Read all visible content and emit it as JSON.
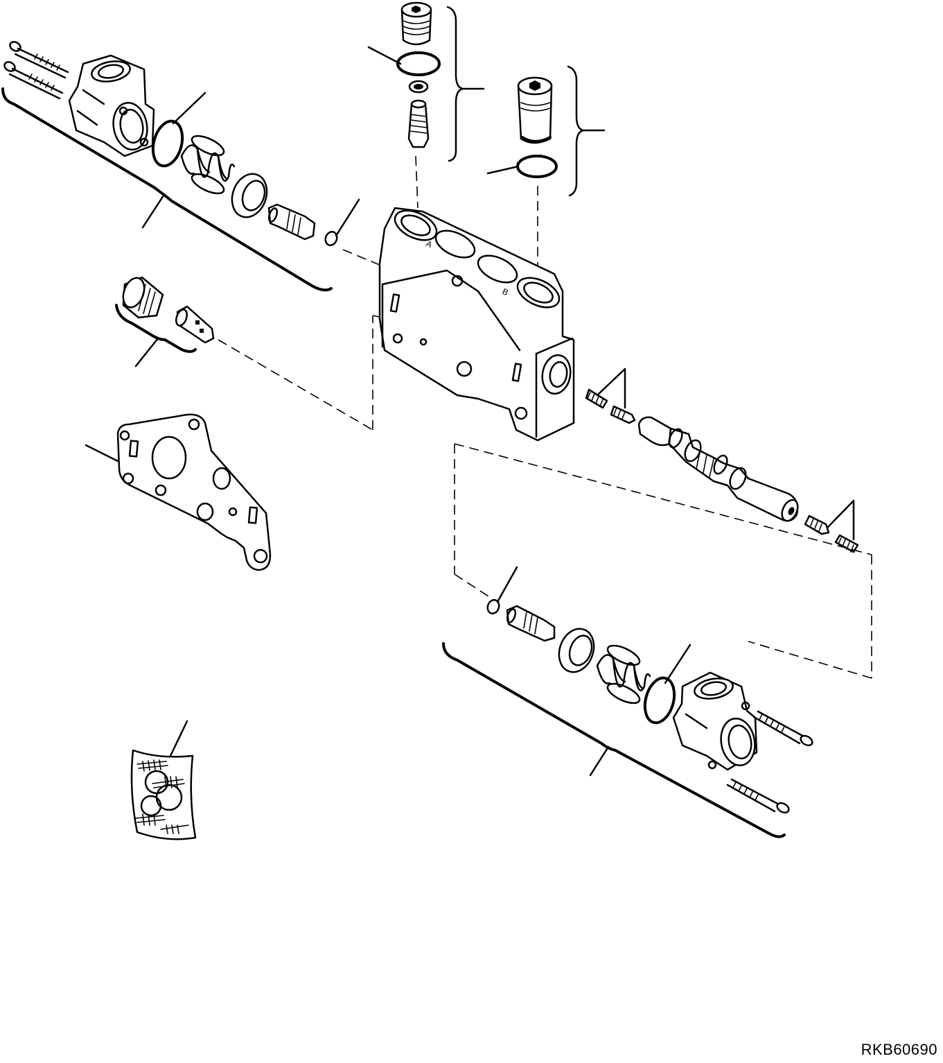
{
  "drawing": {
    "code": "RKB60690",
    "port_labels": [
      "A",
      "B"
    ]
  }
}
